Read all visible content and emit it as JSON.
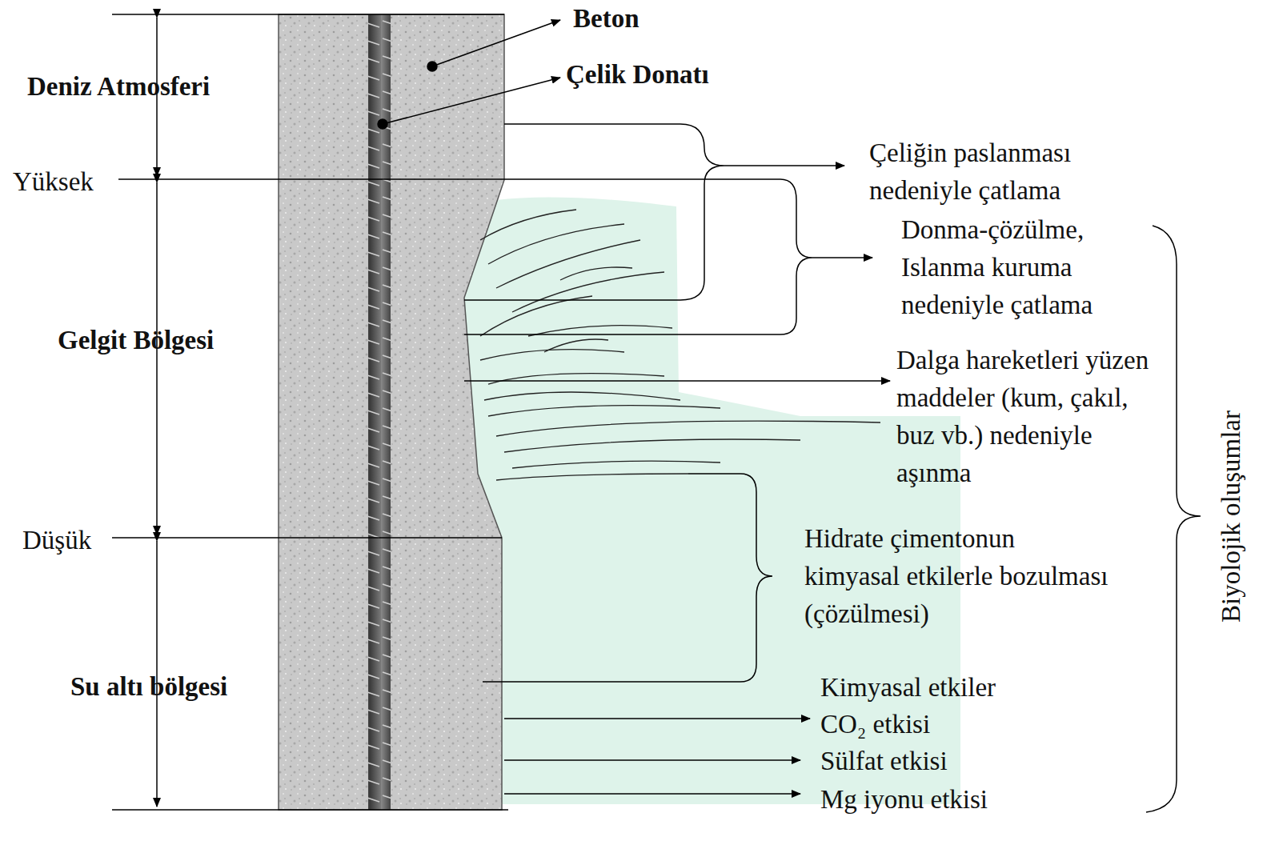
{
  "diagram": {
    "labels": [
      "Beton",
      "Çelik Donatı",
      "Deniz Atmosferi",
      "Yüksek",
      "Gelgit Bölgesi",
      "Düşük",
      "Su altı bölgesi",
      "Çeliğin paslanması nedeniyle çatlama",
      "Donma-çözülme, Islanma kuruma nedeniyle çatlama",
      "Dalga hareketleri yüzen maddeler (kum, çakıl, buz vb.) nedeniyle aşınma",
      "Hidrate çimentonun kimyasal etkilerle bozulması (çözülmesi)",
      "Kimyasal etkiler",
      "CO₂ etkisi",
      "Sülfat etkisi",
      "Mg iyonu etkisi",
      "Biyolojik oluşumlar"
    ]
  }
}
